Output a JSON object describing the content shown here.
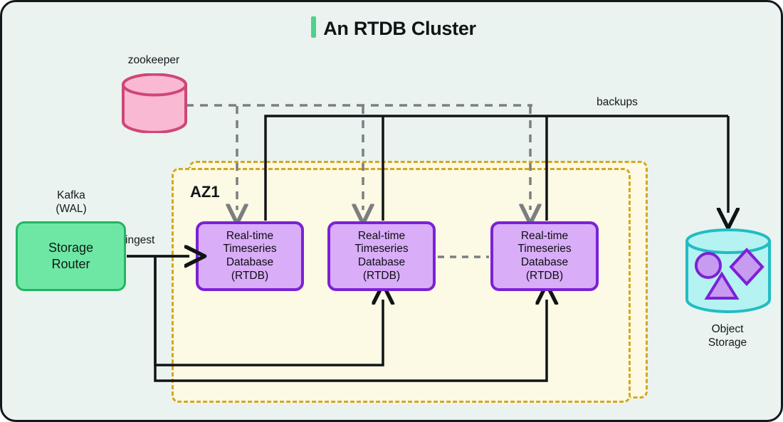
{
  "diagram": {
    "title": "An RTDB Cluster",
    "accent_color": "#4fd18b",
    "background_color": "#eaf3f0",
    "frame_color": "#13181c"
  },
  "zones": {
    "az_label": "AZ1",
    "zone_fill": "#fcf9e4",
    "zone_border": "#d4a820"
  },
  "nodes": {
    "storage_router": {
      "label": "Storage\nRouter",
      "caption": "Kafka\n(WAL)",
      "fill": "#6ee7a5",
      "border": "#22b561"
    },
    "zookeeper": {
      "label": "zookeeper",
      "fill": "#f9b9d2",
      "border": "#cf4677"
    },
    "object_storage": {
      "label": "Object\nStorage",
      "fill": "#b5f2f2",
      "border": "#22bcc4",
      "shapes": [
        "circle",
        "diamond",
        "triangle"
      ],
      "shape_fill": "#c79bf0",
      "shape_border": "#7b21d6"
    },
    "rtdb": [
      {
        "id": "rtdb-1",
        "label": "Real-time\nTimeseries\nDatabase\n(RTDB)",
        "fill": "#d9adf7",
        "border": "#7b21d6"
      },
      {
        "id": "rtdb-2",
        "label": "Real-time\nTimeseries\nDatabase\n(RTDB)",
        "fill": "#d9adf7",
        "border": "#7b21d6"
      },
      {
        "id": "rtdb-3",
        "label": "Real-time\nTimeseries\nDatabase\n(RTDB)",
        "fill": "#d9adf7",
        "border": "#7b21d6"
      }
    ]
  },
  "edges": {
    "ingest_label": "ingest",
    "backups_label": "backups",
    "solid_color": "#111417",
    "dashed_color": "#7b7f82"
  }
}
